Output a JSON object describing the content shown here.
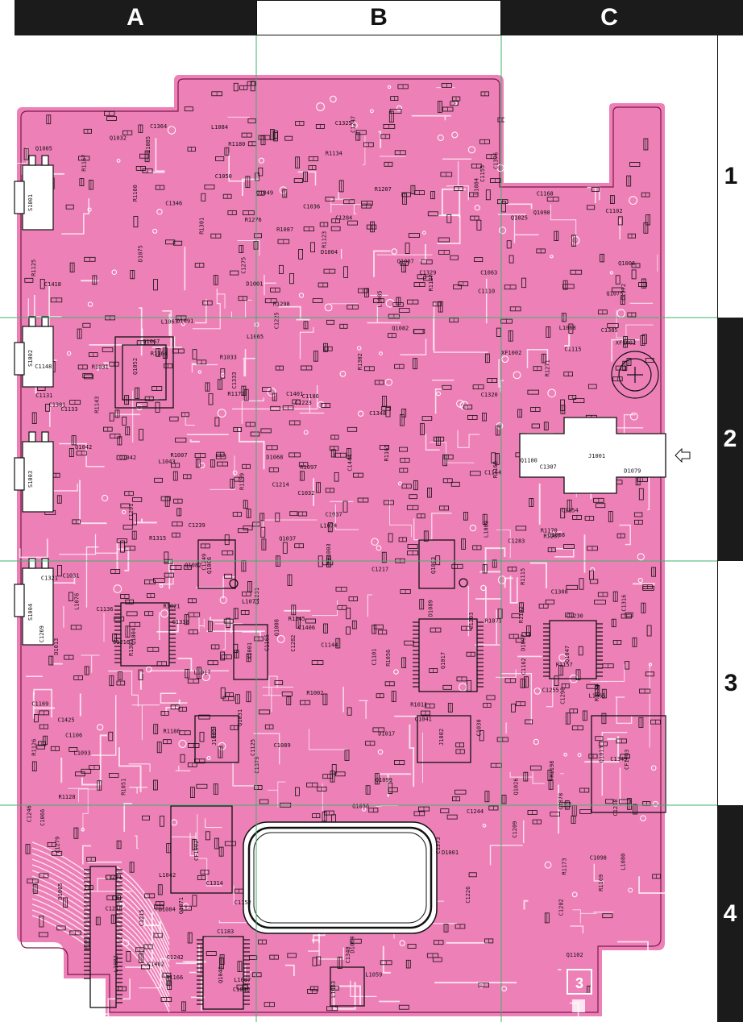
{
  "columns": [
    "A",
    "B",
    "C"
  ],
  "rows": [
    "1",
    "2",
    "3",
    "4"
  ],
  "colors": {
    "board": "#ee80b8",
    "trace": "#ffffff",
    "ink": "#111111",
    "grid": "#3db36b",
    "header_dark": "#1b1b1b"
  },
  "connectors": [
    "S1001",
    "S1002",
    "S1003",
    "S1004"
  ],
  "main_labels": {
    "j1001": "J1001",
    "q1052": "Q1052",
    "q1042": "Q1042",
    "q1006": "Q1006",
    "q1004": "Q1004",
    "q1005": "Q1005",
    "q1003": "Q1003",
    "q1017": "Q1017",
    "q1047": "Q1047",
    "q1046": "Q1046",
    "j1005": "J1005",
    "j1002": "J1002",
    "cf1002": "CF1002",
    "cf1003": "CF1003",
    "x1001": "X1001",
    "xf1002": "XF1002",
    "l1063": "L1063",
    "l1065": "L1065",
    "l1084": "L1084",
    "l1085": "L1085",
    "d1004": "D1004",
    "d1001": "D1001",
    "q1008": "Q1008"
  },
  "page_mark": "3",
  "refs": [
    "C1030",
    "R1031",
    "C1063",
    "C1131",
    "L1093",
    "C1418",
    "C1089",
    "Q1102",
    "R1051",
    "C1125",
    "R1087",
    "R1033",
    "C1381",
    "C1378",
    "C1379",
    "L1084",
    "L1085",
    "C1308",
    "D1097",
    "L1067",
    "C1406",
    "L1082",
    "C1401",
    "C1402",
    "L1089",
    "C1376",
    "C1372",
    "C1373",
    "D1089",
    "R1267",
    "L1080",
    "L1078",
    "L1074",
    "D1075",
    "C1333",
    "R1276",
    "Q1075",
    "L1076",
    "D1079",
    "C1325",
    "D1091",
    "L1068",
    "L1067",
    "C1338",
    "L1065",
    "C1284",
    "C1282",
    "C1283",
    "D1013",
    "L1017",
    "R1021",
    "C1037",
    "C1036",
    "XF1002",
    "C1155",
    "Q1071",
    "C1307",
    "C1314",
    "C1169",
    "R1127",
    "D1017",
    "FB1004",
    "Q1037",
    "C1183",
    "C1186",
    "D1064",
    "C1249",
    "R1170",
    "C1247",
    "C1244",
    "C1246",
    "C1425",
    "C1162",
    "R1115",
    "C1164",
    "C1165",
    "C1050",
    "Q1031",
    "Q1042",
    "L1059",
    "C1209",
    "C1210",
    "R1315",
    "R1134",
    "Q1100",
    "Q1032",
    "C1385",
    "Q1090",
    "R1271",
    "C1217",
    "Q1082",
    "R1182",
    "C1216",
    "R1180",
    "C1215",
    "R1298",
    "Q1049",
    "R1301",
    "C1032",
    "C1040",
    "R1002",
    "R1207",
    "R1245",
    "C1102",
    "R1007",
    "C1031",
    "C1242",
    "C1298",
    "C1291",
    "C1316",
    "C1214",
    "R1157",
    "C1254",
    "C1255",
    "D1065",
    "C1223",
    "C1239",
    "R1186",
    "R1160",
    "R1159",
    "C1225",
    "C1444",
    "C1320",
    "C1349",
    "C1346",
    "C1321",
    "R1138",
    "C1152",
    "L1043",
    "L1042",
    "C1106",
    "C1101",
    "R1097",
    "C1133",
    "C1221",
    "C1136",
    "R1302",
    "C1279",
    "Q1099",
    "C1329",
    "C1364",
    "R1303",
    "C1348",
    "D1001",
    "FB1003",
    "Q1005",
    "Q1006",
    "Q1007",
    "Q1008",
    "R1011",
    "Q1013",
    "C1066",
    "C1275",
    "C1203",
    "Q1041",
    "C1348",
    "R1172",
    "R1173",
    "R1056",
    "C1098",
    "Q1025",
    "Q1026",
    "R1071",
    "C1115",
    "C1168",
    "C1144",
    "R1198",
    "C1268",
    "C1269",
    "Q1082",
    "R1125",
    "R1126",
    "R1128",
    "Q1036",
    "C1110",
    "R1123",
    "R1169",
    "C1202",
    "R1165",
    "C1148",
    "R1143",
    "C1230",
    "C1231",
    "R1166",
    "R1167",
    "R1168",
    "D1068",
    "R1164",
    "Q1067",
    "C1226"
  ]
}
